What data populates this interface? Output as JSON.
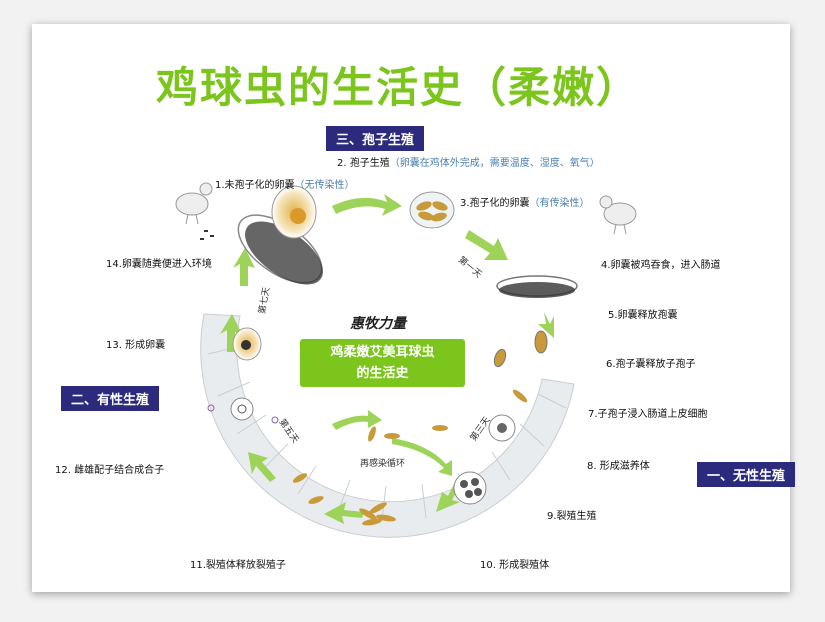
{
  "title": "鸡球虫的生活史（柔嫩）",
  "stages": {
    "spore": "三、孢子生殖",
    "sexual": "二、有性生殖",
    "asexual": "一、无性生殖"
  },
  "center": {
    "brand": "惠牧力量",
    "line1": "鸡柔嫩艾美耳球虫",
    "line2": "的生活史"
  },
  "labels": {
    "s1": "1.未孢子化的卵囊",
    "s1_note": "（无传染性）",
    "s2": "2. 孢子生殖",
    "s2_note": "（卵囊在鸡体外完成，需要温度、湿度、氧气）",
    "s3": "3.孢子化的卵囊",
    "s3_note": "（有传染性）",
    "s4": "4.卵囊被鸡吞食，进入肠道",
    "s5": "5.卵囊释放孢囊",
    "s6": "6.孢子囊释放子孢子",
    "s7": "7.子孢子浸入肠道上皮细胞",
    "s8": "8. 形成滋养体",
    "s9": "9.裂殖生殖",
    "s10": "10. 形成裂殖体",
    "s11": "11.裂殖体释放裂殖子",
    "s12": "12. 雌雄配子结合成合子",
    "s13": "13. 形成卵囊",
    "s14": "14.卵囊随粪便进入环境"
  },
  "ring": {
    "day1": "第一天",
    "day3": "第三天",
    "day5": "第五天",
    "day7": "第七天",
    "reinfect": "再感染循环"
  },
  "colors": {
    "title": "#7cc51d",
    "stage_box": "#2b2a7c",
    "arrow": "#9ed35a",
    "ring": "#e9ecee"
  }
}
